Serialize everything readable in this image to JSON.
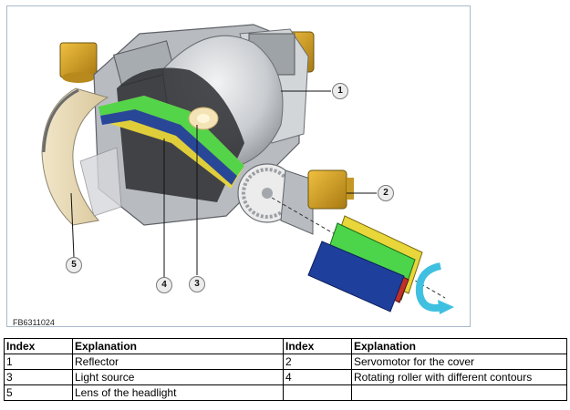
{
  "figure": {
    "code": "FB6311024",
    "callouts": [
      "1",
      "2",
      "3",
      "4",
      "5"
    ]
  },
  "legend_table": {
    "headers": [
      "Index",
      "Explanation",
      "Index",
      "Explanation"
    ],
    "rows": [
      [
        "1",
        "Reflector",
        "2",
        "Servomotor for the cover"
      ],
      [
        "3",
        "Light source",
        "4",
        "Rotating roller with different contours"
      ],
      [
        "5",
        "Lens of the headlight",
        "",
        ""
      ]
    ]
  },
  "colors": {
    "housing": "#c8cccf",
    "motor": "#d9a82a",
    "cover_yellow": "#e8d63a",
    "cover_green": "#4cd44a",
    "cover_blue": "#1f3f9c",
    "cover_red": "#c0302a",
    "arrow_cyan": "#3fc0e0"
  }
}
